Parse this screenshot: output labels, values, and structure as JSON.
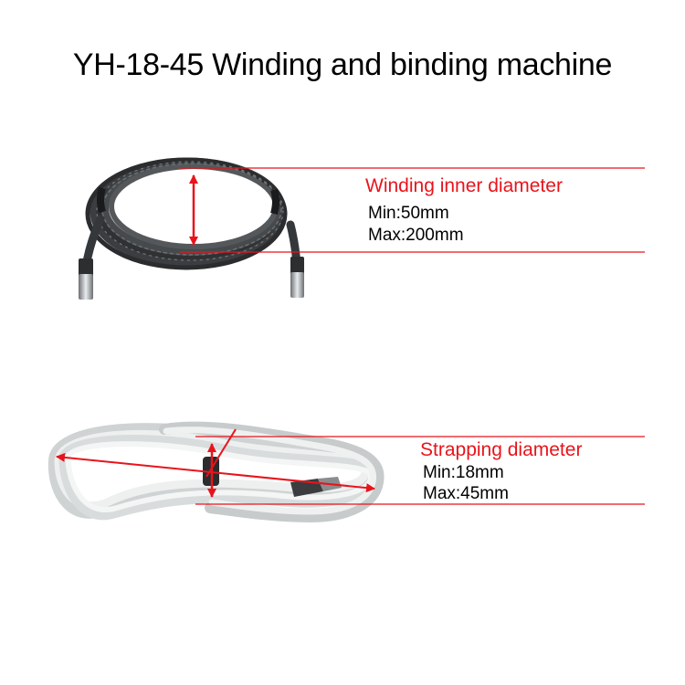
{
  "title": "YH-18-45 Winding and binding machine",
  "colors": {
    "annotation": "#e8141b",
    "cable_dark": "#3a3c3e",
    "cable_light": "#e6e8e8"
  },
  "winding": {
    "heading": "Winding inner diameter",
    "min": "Min:50mm",
    "max": "Max:200mm",
    "image": "dark-coiled-cable"
  },
  "strapping": {
    "heading": "Strapping diameter",
    "min": "Min:18mm",
    "max": "Max:45mm",
    "image": "white-bundled-cable"
  }
}
